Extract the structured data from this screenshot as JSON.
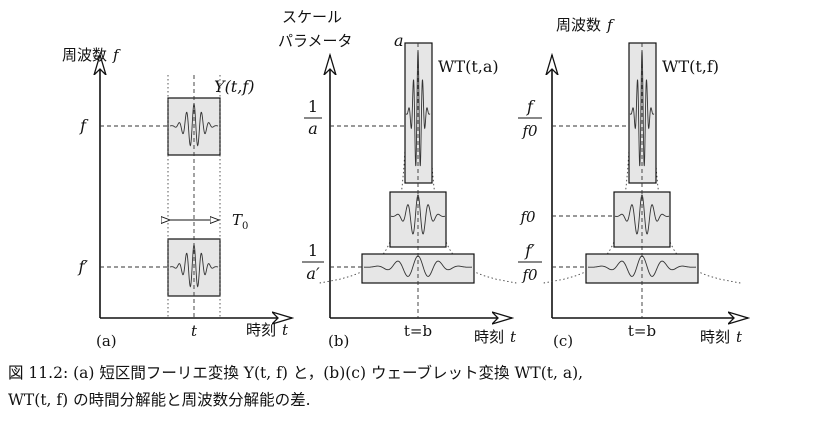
{
  "panel_a": {
    "y_axis_title": "周波数 f",
    "y_axis_title_jp": "周波数",
    "y_axis_title_var": "f",
    "x_axis_title_jp": "時刻",
    "x_axis_title_var": "t",
    "transform_label": "Y(t,f)",
    "tick_f": "f",
    "tick_f_prime": "f′",
    "window_width_label": "T",
    "window_width_sub": "0",
    "tick_t": "t",
    "panel_label": "(a)"
  },
  "panel_b": {
    "y_axis_title_line1": "スケール",
    "y_axis_title_line2": "パラメータ",
    "y_axis_var": "a",
    "transform_label": "WT(t,a)",
    "tick_top_num": "1",
    "tick_top_den": "a",
    "tick_bottom_num": "1",
    "tick_bottom_den": "a′",
    "tick_t": "t=b",
    "x_axis_title_jp": "時刻",
    "x_axis_title_var": "t",
    "panel_label": "(b)"
  },
  "panel_c": {
    "y_axis_title_jp": "周波数",
    "y_axis_title_var": "f",
    "transform_label": "WT(t,f)",
    "tick_top_num": "f",
    "tick_top_den": "f0",
    "tick_mid": "f0",
    "tick_bottom_num": "f′",
    "tick_bottom_den": "f0",
    "tick_t": "t=b",
    "x_axis_title_jp": "時刻",
    "x_axis_title_var": "t",
    "panel_label": "(c)"
  },
  "caption": {
    "line1": "図 11.2: (a) 短区間フーリエ変換 Y(t, f) と，(b)(c) ウェーブレット変換 WT(t, a),",
    "line2": "WT(t, f) の時間分解能と周波数分解能の差."
  },
  "colors": {
    "box_fill": "#e6e6e6",
    "ink": "#111111"
  }
}
